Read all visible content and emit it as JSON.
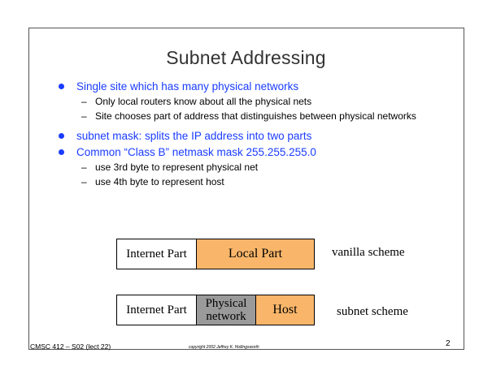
{
  "slide": {
    "title": "Subnet Addressing",
    "bullets": [
      {
        "text": "Single site which has many physical networks",
        "sub": [
          "Only local routers know about all the physical nets",
          "Site chooses part of address that distinguishes between physical networks"
        ]
      },
      {
        "text": "subnet mask: splits the IP address into two parts",
        "sub": []
      },
      {
        "text": "Common “Class B” netmask mask 255.255.255.0",
        "sub": [
          "use 3rd byte to represent physical net",
          "use 4th byte to represent host"
        ]
      }
    ],
    "diagram": {
      "row1": {
        "internet_part": "Internet Part",
        "local_part": "Local Part",
        "label": "vanilla scheme"
      },
      "row2": {
        "internet_part": "Internet Part",
        "physical_line1": "Physical",
        "physical_line2": "network",
        "host": "Host",
        "label": "subnet scheme"
      }
    },
    "footer": {
      "course": "CMSC 412 – S02 (lect 22)",
      "copyright": "copyright 2002 Jeffrey K. Hollingsworth",
      "page_number": "2"
    },
    "colors": {
      "bullet_blue": "#1a3cff",
      "orange_fill": "#f9b66a",
      "gray_fill": "#9a9a9a"
    }
  }
}
